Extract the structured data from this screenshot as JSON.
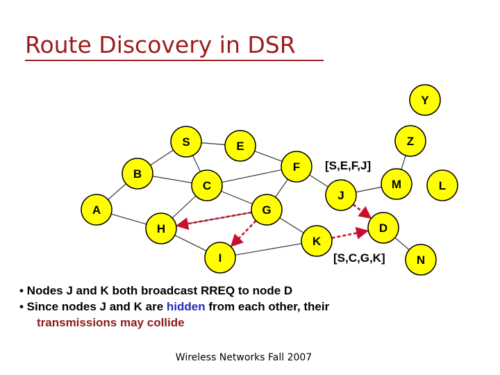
{
  "title": "Route Discovery in DSR",
  "nodes": [
    {
      "id": "S",
      "label": "S"
    },
    {
      "id": "E",
      "label": "E"
    },
    {
      "id": "Z",
      "label": "Z"
    },
    {
      "id": "Y",
      "label": "Y"
    },
    {
      "id": "B",
      "label": "B"
    },
    {
      "id": "F",
      "label": "F"
    },
    {
      "id": "C",
      "label": "C"
    },
    {
      "id": "M",
      "label": "M"
    },
    {
      "id": "L",
      "label": "L"
    },
    {
      "id": "J",
      "label": "J"
    },
    {
      "id": "A",
      "label": "A"
    },
    {
      "id": "G",
      "label": "G"
    },
    {
      "id": "H",
      "label": "H"
    },
    {
      "id": "D",
      "label": "D"
    },
    {
      "id": "K",
      "label": "K"
    },
    {
      "id": "I",
      "label": "I"
    },
    {
      "id": "N",
      "label": "N"
    }
  ],
  "links": [
    [
      "S",
      "E"
    ],
    [
      "S",
      "B"
    ],
    [
      "S",
      "C"
    ],
    [
      "E",
      "F"
    ],
    [
      "B",
      "C"
    ],
    [
      "B",
      "A"
    ],
    [
      "C",
      "F"
    ],
    [
      "C",
      "G"
    ],
    [
      "C",
      "H"
    ],
    [
      "F",
      "J"
    ],
    [
      "F",
      "G"
    ],
    [
      "A",
      "H"
    ],
    [
      "G",
      "K"
    ],
    [
      "G",
      "H"
    ],
    [
      "H",
      "I"
    ],
    [
      "I",
      "K"
    ],
    [
      "J",
      "M"
    ],
    [
      "M",
      "Z"
    ],
    [
      "D",
      "N"
    ]
  ],
  "arrows": [
    [
      "J",
      "D"
    ],
    [
      "K",
      "D"
    ],
    [
      "G",
      "I"
    ],
    [
      "G",
      "H"
    ]
  ],
  "route_labels": {
    "j_route": "[S,E,F,J]",
    "k_route": "[S,C,G,K]"
  },
  "bullets": {
    "b1": "• Nodes J and K both broadcast RREQ to node D",
    "b2_pre": "• Since nodes J and K are ",
    "b2_hidden": "hidden",
    "b2_post": " from each other, their",
    "b3": "transmissions may collide"
  },
  "footer": "Wireless Networks Fall 2007",
  "colors": {
    "title": "#9b1c1c",
    "node_fill": "#ffff00",
    "arrow": "#c8102e",
    "hidden": "#1f2bb8",
    "collide": "#8b1a1a"
  }
}
